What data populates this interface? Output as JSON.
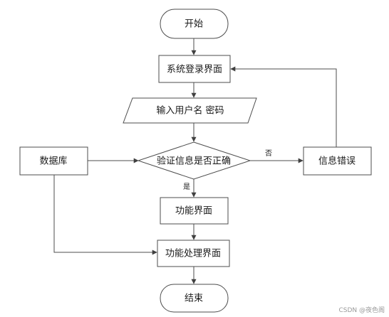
{
  "nodes": {
    "start": "开始",
    "login_screen": "系统登录界面",
    "input_credentials": "输入用户名 密码",
    "verify": "验证信息是否正确",
    "database": "数据库",
    "error": "信息错误",
    "function_screen": "功能界面",
    "function_processing": "功能处理界面",
    "end": "结束"
  },
  "edges": {
    "no_label": "否",
    "yes_label": "是"
  },
  "watermark": "CSDN @夜色阁",
  "colors": {
    "stroke": "#4d4d4d",
    "text": "#1a1a1a"
  }
}
